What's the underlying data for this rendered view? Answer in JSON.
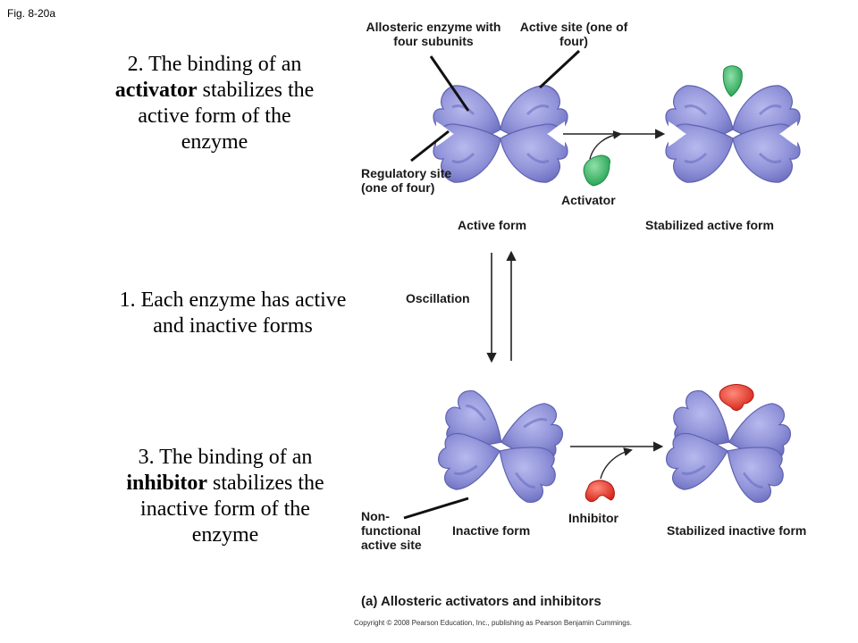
{
  "fig_label": "Fig. 8-20a",
  "colors": {
    "enzyme": "#8d8fd6",
    "enzyme_dark": "#5f62b0",
    "activator": "#3db86a",
    "inhibitor": "#e8332b",
    "arrow": "#222222"
  },
  "left_text": {
    "step2": {
      "before": "2. The binding of an ",
      "bold": "activator",
      "after": " stabilizes the active form of the enzyme"
    },
    "step1": {
      "text": "1. Each enzyme has active and inactive forms"
    },
    "step3": {
      "before": "3. The binding of an ",
      "bold": "inhibitor",
      "after": " stabilizes the inactive form of the enzyme"
    }
  },
  "labels": {
    "allosteric_enzyme": "Allosteric enzyme with four subunits",
    "active_site": "Active site (one of four)",
    "regulatory_site": "Regulatory site (one of four)",
    "activator": "Activator",
    "active_form": "Active form",
    "stabilized_active": "Stabilized active form",
    "oscillation": "Oscillation",
    "nonfunctional": "Non- functional active site",
    "inactive_form": "Inactive form",
    "inhibitor": "Inhibitor",
    "stabilized_inactive": "Stabilized inactive form",
    "caption": "(a) Allosteric activators and inhibitors",
    "copyright": "Copyright © 2008 Pearson Education, Inc., publishing as Pearson Benjamin Cummings."
  }
}
